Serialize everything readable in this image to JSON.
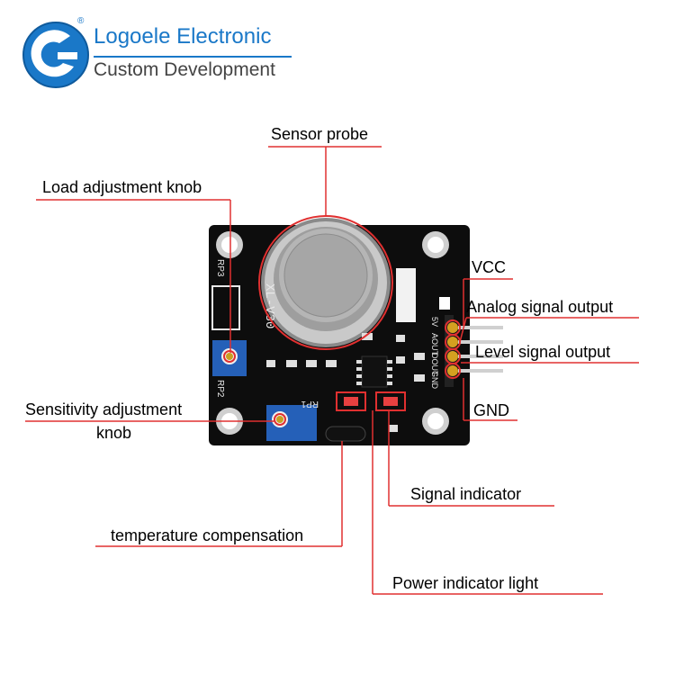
{
  "brand": {
    "title": "Logoele Electronic",
    "subtitle": "Custom Development",
    "registered": "®"
  },
  "labels": {
    "sensor_probe": "Sensor probe",
    "load_knob": "Load adjustment knob",
    "vcc": "VCC",
    "analog_out": "Analog signal output",
    "level_out": "Level signal output",
    "gnd": "GND",
    "sensitivity_line1": "Sensitivity adjustment",
    "sensitivity_line2": "knob",
    "signal_indicator": "Signal indicator",
    "temp_comp": "temperature compensation",
    "power_light": "Power indicator light"
  },
  "pcb_text": {
    "model": "XL-V30",
    "rp3": "RP3",
    "rp2": "RP2",
    "rp1": "RP1",
    "pin_5v": "5V",
    "pin_aout": "AOUT",
    "pin_dout": "DOUT",
    "pin_gnd": "GND"
  },
  "colors": {
    "accent_line": "#e03030",
    "brand_blue": "#1a78c8",
    "pcb": "#0d0d0d"
  }
}
